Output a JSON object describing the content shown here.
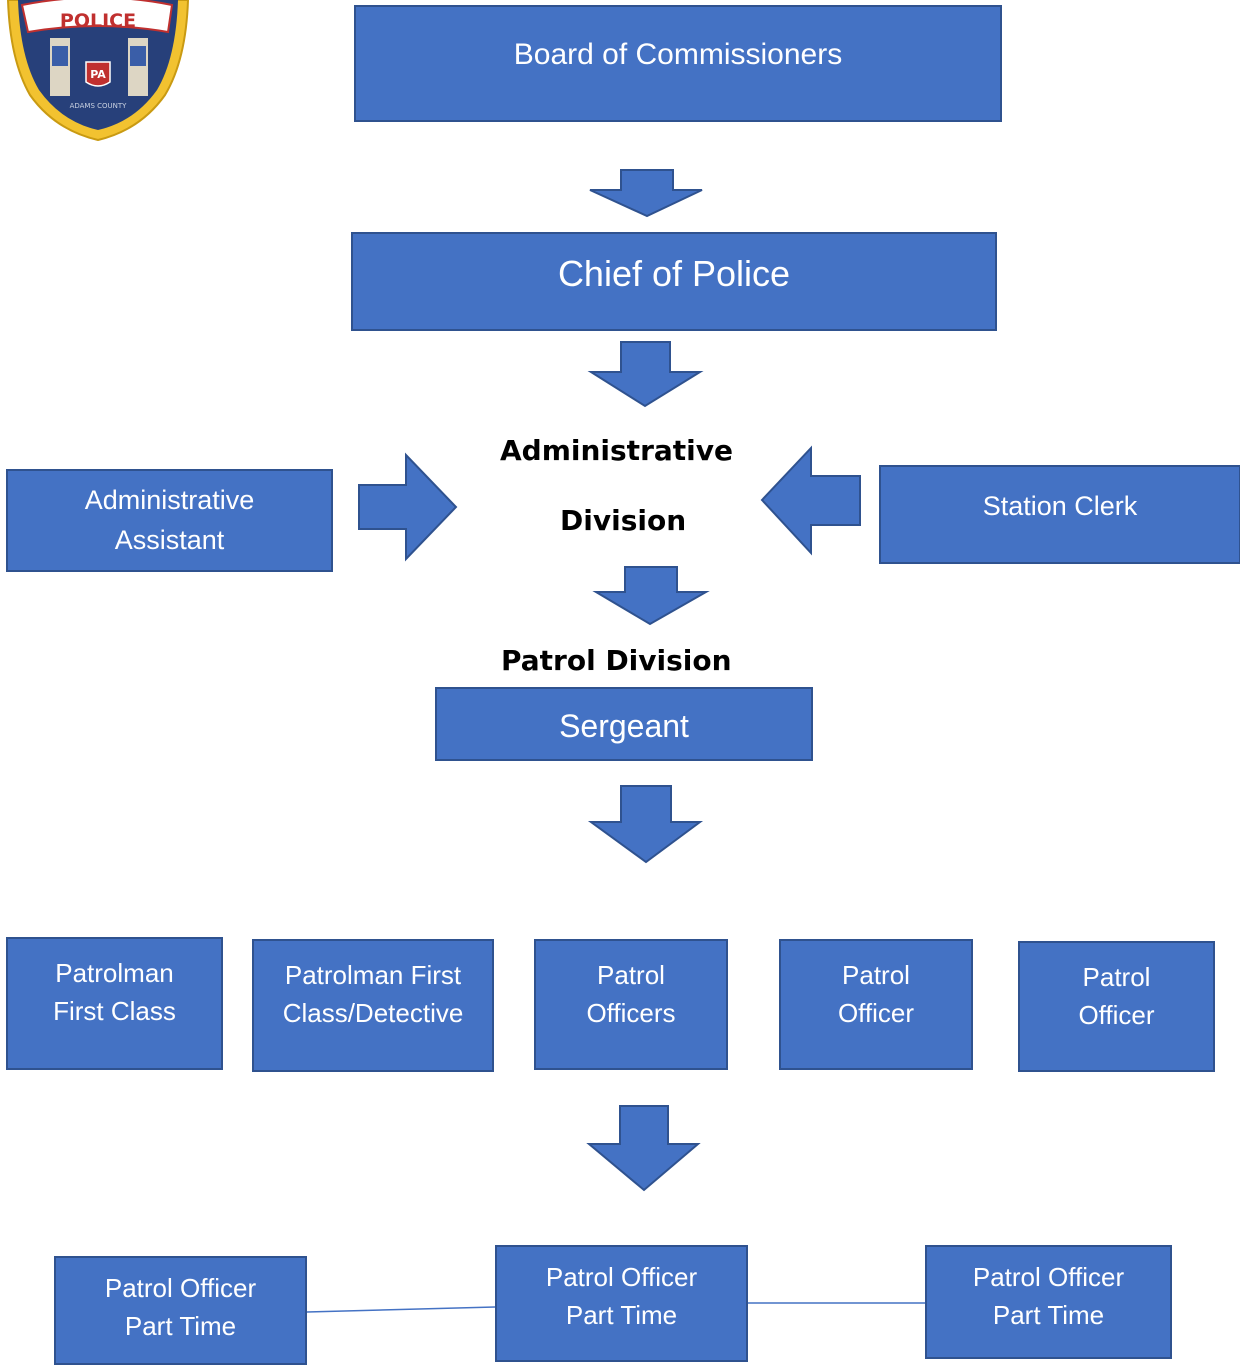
{
  "colors": {
    "box_fill": "#4472c4",
    "box_border": "#2f528f",
    "box_text": "#ffffff",
    "heading_text": "#000000"
  },
  "logo": {
    "icon": "police-badge-icon",
    "text": "POLICE",
    "state": "PA",
    "county": "ADAMS COUNTY"
  },
  "nodes": {
    "board": "Board of Commissioners",
    "chief": "Chief of Police",
    "admin_assistant": [
      "Administrative",
      "Assistant"
    ],
    "station_clerk": "Station Clerk",
    "sergeant": "Sergeant",
    "officers": [
      [
        "Patrolman",
        "First Class"
      ],
      [
        "Patrolman First",
        "Class/Detective"
      ],
      [
        "Patrol",
        "Officers"
      ],
      [
        "Patrol",
        "Officer"
      ],
      [
        "Patrol",
        "Officer"
      ]
    ],
    "part_time": [
      [
        "Patrol Officer",
        "Part Time"
      ],
      [
        "Patrol Officer",
        "Part Time"
      ],
      [
        "Patrol Officer",
        "Part Time"
      ]
    ]
  },
  "headings": {
    "admin_line1": "Administrative",
    "admin_line2": "Division",
    "patrol": "Patrol Division"
  }
}
